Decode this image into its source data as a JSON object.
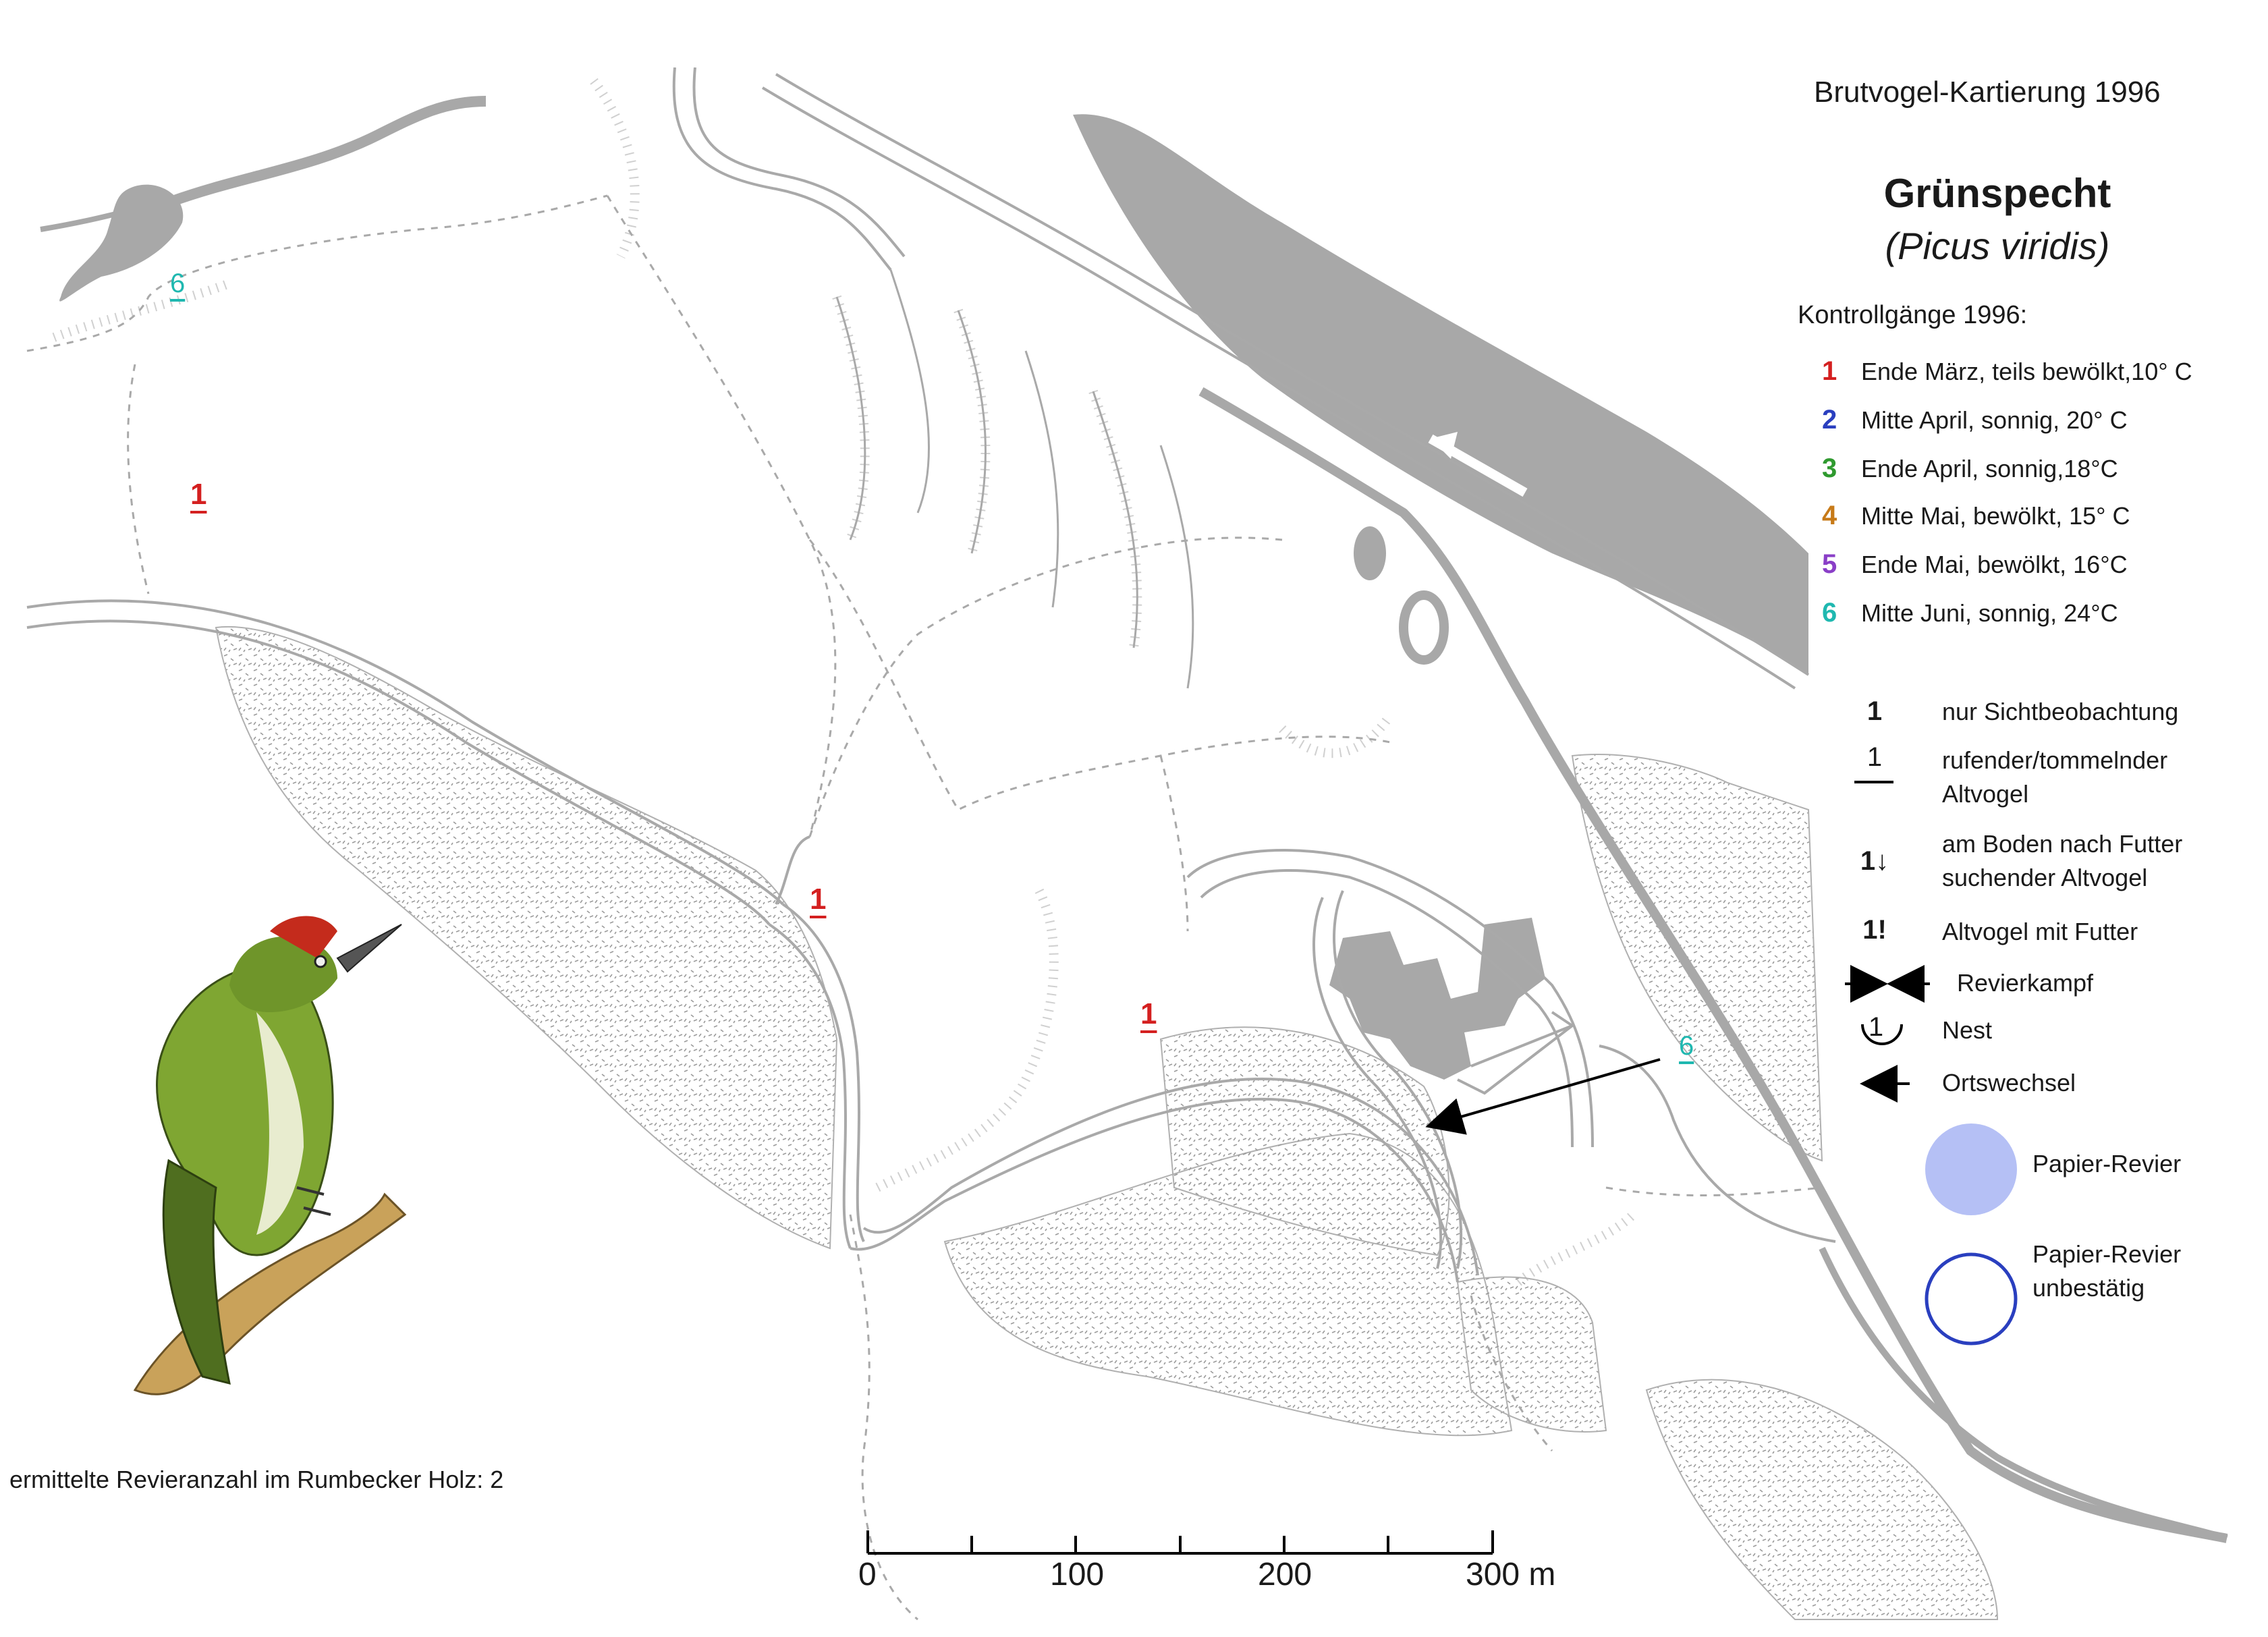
{
  "header": {
    "survey_title": "Brutvogel-Kartierung 1996",
    "species_name": "Grünspecht",
    "latin_name": "(Picus viridis)"
  },
  "kontrollgaenge": {
    "heading": "Kontrollgänge 1996:",
    "items": [
      {
        "number": "1",
        "color": "#d42020",
        "text": "Ende März, teils bewölkt,10° C"
      },
      {
        "number": "2",
        "color": "#2a3fbf",
        "text": "Mitte April, sonnig, 20° C"
      },
      {
        "number": "3",
        "color": "#2f9a2f",
        "text": "Ende April, sonnig,18°C"
      },
      {
        "number": "4",
        "color": "#c77a18",
        "text": "Mitte Mai, bewölkt, 15° C"
      },
      {
        "number": "5",
        "color": "#8a3fc7",
        "text": "Ende Mai, bewölkt, 16°C"
      },
      {
        "number": "6",
        "color": "#1fb8b0",
        "text": "Mitte Juni, sonnig, 24°C"
      }
    ]
  },
  "legend": {
    "items": [
      {
        "symbol": "1",
        "icon": "plain-number-icon",
        "text": "nur Sichtbeobachtung"
      },
      {
        "symbol": "1",
        "icon": "underlined-number-icon",
        "text": "rufender/tommelnder",
        "text2": "Altvogel"
      },
      {
        "symbol": "1↓",
        "icon": "number-arrow-down-icon",
        "text": "am Boden nach Futter",
        "text2": "suchender Altvogel"
      },
      {
        "symbol": "1!",
        "icon": "number-exclamation-icon",
        "text": "Altvogel mit Futter"
      },
      {
        "symbol": "",
        "icon": "converging-arrows-icon",
        "text": "Revierkampf"
      },
      {
        "symbol": "1",
        "icon": "nest-icon",
        "text": "Nest"
      },
      {
        "symbol": "",
        "icon": "left-arrow-icon",
        "text": "Ortswechsel"
      }
    ],
    "territory": [
      {
        "icon": "filled-circle-icon",
        "fill": "#b5c0f5",
        "stroke": "#b5c0f5",
        "text": "Papier-Revier"
      },
      {
        "icon": "outline-circle-icon",
        "fill": "none",
        "stroke": "#2a3fbf",
        "text": "Papier-Revier",
        "text2": "unbestätig"
      }
    ]
  },
  "observations": [
    {
      "label": "6",
      "color": "#1fb8b0"
    },
    {
      "label": "1",
      "color": "#d42020"
    },
    {
      "label": "1",
      "color": "#d42020"
    },
    {
      "label": "1",
      "color": "#d42020"
    },
    {
      "label": "6",
      "color": "#1fb8b0"
    }
  ],
  "scale_bar": {
    "labels": [
      "0",
      "100",
      "200",
      "300 m"
    ]
  },
  "footnote": "ermittelte Revieranzahl im Rumbecker Holz: 2",
  "colors": {
    "map_line": "#a9a9a9",
    "map_fill": "#a8a8a8",
    "stipple": "#9a9a9a"
  }
}
